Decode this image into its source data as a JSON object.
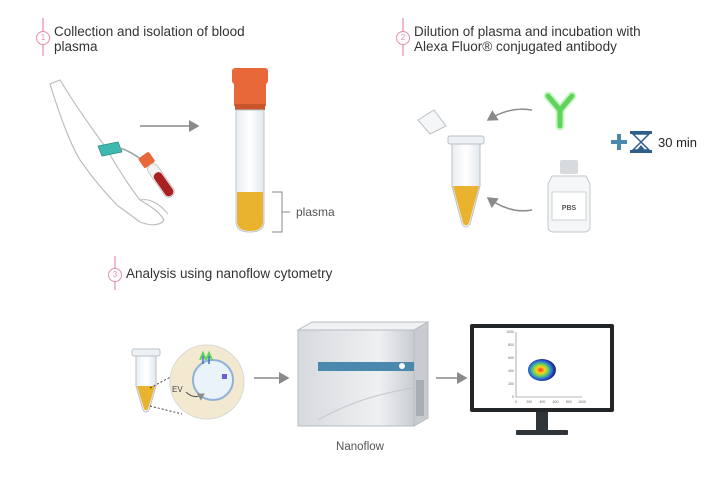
{
  "steps": [
    {
      "number": "1",
      "title_line1": "Collection and isolation of blood",
      "title_line2": "plasma"
    },
    {
      "number": "2",
      "title_line1": "Dilution of plasma and incubation with",
      "title_line2": "Alexa Fluor® conjugated antibody"
    },
    {
      "number": "3",
      "title_line1": "Analysis using nanoflow cytometry"
    }
  ],
  "labels": {
    "plasma": "plasma",
    "incubation_time": "30 min",
    "bottle": "PBS",
    "vesicle": "EV",
    "instrument": "Nanoflow"
  },
  "colors": {
    "accent_pink": "#e38fb1",
    "plasma_yellow": "#e9b22f",
    "tube_cap": "#e8683a",
    "antibody_green": "#5fd35b",
    "instrument_stripe": "#4a88ae",
    "timer_blue": "#2e5f8a"
  },
  "plot": {
    "x_ticks": [
      "0",
      "200",
      "400",
      "600",
      "800",
      "1000"
    ],
    "y_ticks": [
      "0",
      "200",
      "400",
      "600",
      "800",
      "1000"
    ]
  },
  "icons": [
    "arm-icon",
    "blood-tube-icon",
    "plasma-tube-icon",
    "antibody-icon",
    "eppendorf-tube-icon",
    "pbs-bottle-icon",
    "plus-icon",
    "hourglass-icon",
    "vesicle-icon",
    "nanoflow-instrument-icon",
    "monitor-icon"
  ]
}
